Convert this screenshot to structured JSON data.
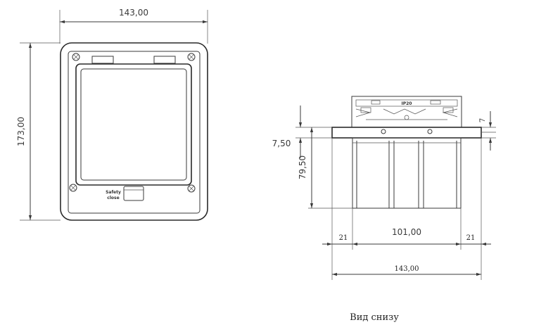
{
  "front_view": {
    "width_dim": "143,00",
    "height_dim": "173,00",
    "lid_label_line1": "Safety",
    "lid_label_line2": "close"
  },
  "bottom_view": {
    "ip_label": "IP20",
    "dim_top_right": "7",
    "dim_flange": "7,50",
    "dim_depth": "79,50",
    "dim_left_margin": "21",
    "dim_body_width": "101,00",
    "dim_right_margin": "21",
    "dim_total_width": "143,00",
    "caption": "Вид снизу"
  }
}
